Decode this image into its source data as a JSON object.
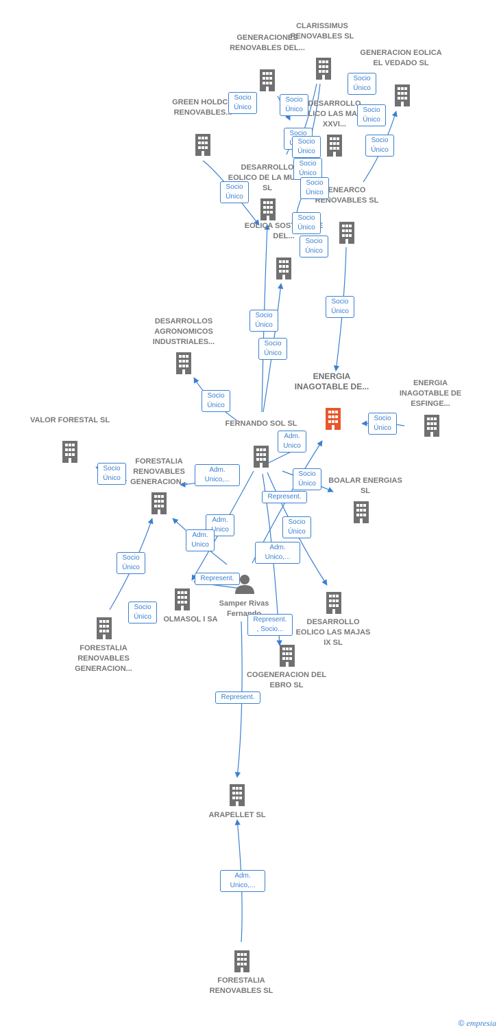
{
  "colors": {
    "edge": "#3a7fd0",
    "building": "#707070",
    "highlight": "#e8572b",
    "text": "#777777"
  },
  "nodes": [
    {
      "id": "generaciones",
      "label": "GENERACIONES RENOVABLES DEL...",
      "icon": "building-icon"
    },
    {
      "id": "clarissimus",
      "label": "CLARISSIMUS RENOVABLES SL",
      "icon": "building-icon"
    },
    {
      "id": "gen-eolica-vedado",
      "label": "GENERACION EOLICA EL VEDADO SL",
      "icon": "building-icon"
    },
    {
      "id": "green-holdco",
      "label": "GREEN HOLDCO RENOVABLES...",
      "icon": "building-icon"
    },
    {
      "id": "des-majas-xxvi",
      "label": "DESARROLLO EOLICO LAS MAJAS XXVI...",
      "icon": "building-icon"
    },
    {
      "id": "des-muga",
      "label": "DESARROLLO EOLICO DE LA MUGA SL",
      "icon": "building-icon"
    },
    {
      "id": "enearco",
      "label": "ENEARCO RENOVABLES SL",
      "icon": "building-icon"
    },
    {
      "id": "eolica-sostenible",
      "label": "EOLICA SOSTENIBLE DEL...",
      "icon": "building-icon"
    },
    {
      "id": "desarrollos-agro",
      "label": "DESARROLLOS AGRONOMICOS INDUSTRIALES...",
      "icon": "building-icon"
    },
    {
      "id": "energia-inagotable",
      "label": "ENERGIA INAGOTABLE DE...",
      "icon": "building-icon"
    },
    {
      "id": "energia-esfinge",
      "label": "ENERGIA INAGOTABLE DE ESFINGE...",
      "icon": "building-icon"
    },
    {
      "id": "valor-forestal",
      "label": "VALOR FORESTAL SL",
      "icon": "building-icon"
    },
    {
      "id": "fernando-sol",
      "label": "FERNANDO SOL SL",
      "icon": "building-icon"
    },
    {
      "id": "forestalia-gen-1",
      "label": "FORESTALIA RENOVABLES GENERACION...",
      "icon": "building-icon"
    },
    {
      "id": "boalar",
      "label": "BOALAR ENERGIAS SL",
      "icon": "building-icon"
    },
    {
      "id": "olmasol",
      "label": "OLMASOL I SA",
      "icon": "building-icon"
    },
    {
      "id": "samper",
      "label": "Samper Rivas Fernando",
      "icon": "person-icon"
    },
    {
      "id": "des-majas-ix",
      "label": "DESARROLLO EOLICO LAS MAJAS IX SL",
      "icon": "building-icon"
    },
    {
      "id": "forestalia-gen-2",
      "label": "FORESTALIA RENOVABLES GENERACION...",
      "icon": "building-icon"
    },
    {
      "id": "cogeneracion",
      "label": "COGENERACION DEL EBRO SL",
      "icon": "building-icon"
    },
    {
      "id": "arapellet",
      "label": "ARAPELLET SL",
      "icon": "building-icon"
    },
    {
      "id": "forestalia-sl",
      "label": "FORESTALIA RENOVABLES SL",
      "icon": "building-icon"
    }
  ],
  "edge_labels": [
    "Socio Único",
    "Socio Único",
    "Socio Único",
    "Socio Único",
    "Socio Único",
    "Socio Único",
    "Socio Único",
    "Socio Único",
    "Socio Único",
    "Socio Único",
    "Socio Único",
    "Socio Único",
    "Socio Único",
    "Socio Único",
    "Socio Único",
    "Socio Único",
    "Socio Único",
    "Socio Único",
    "Socio Único",
    "Socio Único",
    "Adm. Unico",
    "Adm. Unico,...",
    "Socio Único",
    "Represent.",
    "Adm. Unico",
    "Adm. Unico",
    "Socio Único",
    "Represent.",
    "Adm. Unico,...",
    "Socio Único",
    "Socio Único",
    "Represent. , Socio...",
    "Represent.",
    "Adm. Unico,..."
  ],
  "footer": {
    "copyright": "©",
    "brand": "empresia"
  }
}
